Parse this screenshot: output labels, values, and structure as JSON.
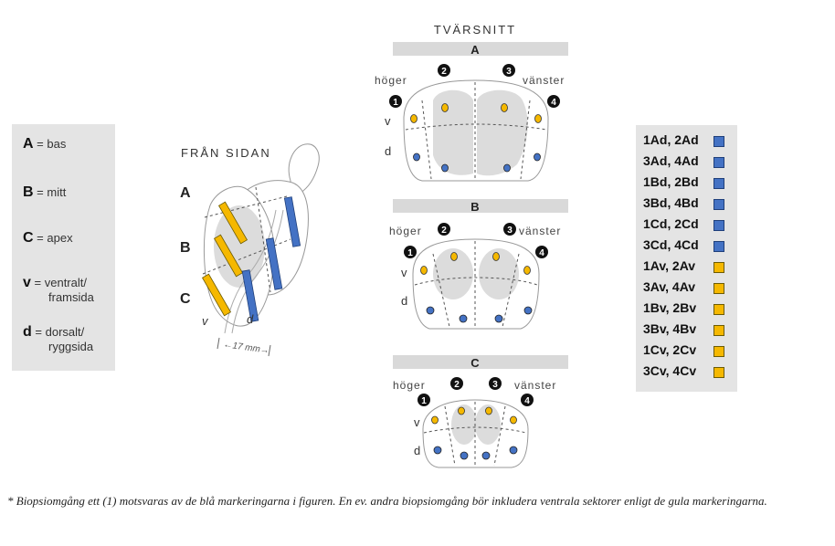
{
  "legend": {
    "items": [
      {
        "key": "A",
        "sep": " = ",
        "text": "bas"
      },
      {
        "key": "B",
        "sep": " = ",
        "text": "mitt"
      },
      {
        "key": "C",
        "sep": " = ",
        "text": "apex"
      },
      {
        "key": "v",
        "sep": " = ",
        "text": "ventralt/",
        "text2": "framsida"
      },
      {
        "key": "d",
        "sep": " = ",
        "text": "dorsalt/",
        "text2": "ryggsida"
      }
    ]
  },
  "side_view": {
    "title": "FRÅN SIDAN",
    "labels": {
      "A": "A",
      "B": "B",
      "C": "C",
      "v": "v",
      "d": "d"
    },
    "measure": "17 mm"
  },
  "cross_section": {
    "title": "TVÄRSNITT",
    "sections": [
      {
        "name": "A",
        "right": "höger",
        "left": "vänster",
        "n1": "1",
        "n2": "2",
        "n3": "3",
        "n4": "4",
        "v": "v",
        "d": "d"
      },
      {
        "name": "B",
        "right": "höger",
        "left": "vänster",
        "n1": "1",
        "n2": "2",
        "n3": "3",
        "n4": "4",
        "v": "v",
        "d": "d"
      },
      {
        "name": "C",
        "right": "höger",
        "left": "vänster",
        "n1": "1",
        "n2": "2",
        "n3": "3",
        "n4": "4",
        "v": "v",
        "d": "d"
      }
    ]
  },
  "codes": [
    {
      "label": "1Ad, 2Ad",
      "color": "#4472c4"
    },
    {
      "label": "3Ad, 4Ad",
      "color": "#4472c4"
    },
    {
      "label": "1Bd, 2Bd",
      "color": "#4472c4"
    },
    {
      "label": "3Bd, 4Bd",
      "color": "#4472c4"
    },
    {
      "label": "1Cd, 2Cd",
      "color": "#4472c4"
    },
    {
      "label": "3Cd, 4Cd",
      "color": "#4472c4"
    },
    {
      "label": "1Av, 2Av",
      "color": "#f5b800"
    },
    {
      "label": "3Av, 4Av",
      "color": "#f5b800"
    },
    {
      "label": "1Bv, 2Bv",
      "color": "#f5b800"
    },
    {
      "label": "3Bv, 4Bv",
      "color": "#f5b800"
    },
    {
      "label": "1Cv, 2Cv",
      "color": "#f5b800"
    },
    {
      "label": "3Cv, 4Cv",
      "color": "#f5b800"
    }
  ],
  "footnote": "* Biopsiomgång ett (1) motsvaras av de blå markeringarna i figuren. En ev. andra biopsiomgång bör inkludera  ventrala sektorer enligt de gula markeringarna."
}
